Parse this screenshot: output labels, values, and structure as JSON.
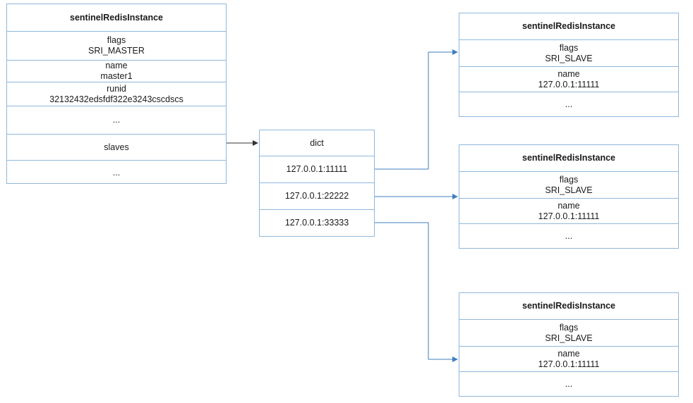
{
  "master": {
    "title": "sentinelRedisInstance",
    "flags_label": "flags",
    "flags_value": "SRI_MASTER",
    "name_label": "name",
    "name_value": "master1",
    "runid_label": "runid",
    "runid_value": "32132432edsfdf322e3243cscdscs",
    "ellipsis_1": "...",
    "slaves_label": "slaves",
    "ellipsis_2": "..."
  },
  "dict": {
    "title": "dict",
    "entries": [
      "127.0.0.1:11111",
      "127.0.0.1:22222",
      "127.0.0.1:33333"
    ]
  },
  "slaves": [
    {
      "title": "sentinelRedisInstance",
      "flags_label": "flags",
      "flags_value": "SRI_SLAVE",
      "name_label": "name",
      "name_value": "127.0.0.1:11111",
      "ellipsis": "..."
    },
    {
      "title": "sentinelRedisInstance",
      "flags_label": "flags",
      "flags_value": "SRI_SLAVE",
      "name_label": "name",
      "name_value": "127.0.0.1:11111",
      "ellipsis": "..."
    },
    {
      "title": "sentinelRedisInstance",
      "flags_label": "flags",
      "flags_value": "SRI_SLAVE",
      "name_label": "name",
      "name_value": "127.0.0.1:11111",
      "ellipsis": "..."
    }
  ],
  "colors": {
    "border": "#8fb8dc",
    "connector": "#3f7fbf"
  }
}
